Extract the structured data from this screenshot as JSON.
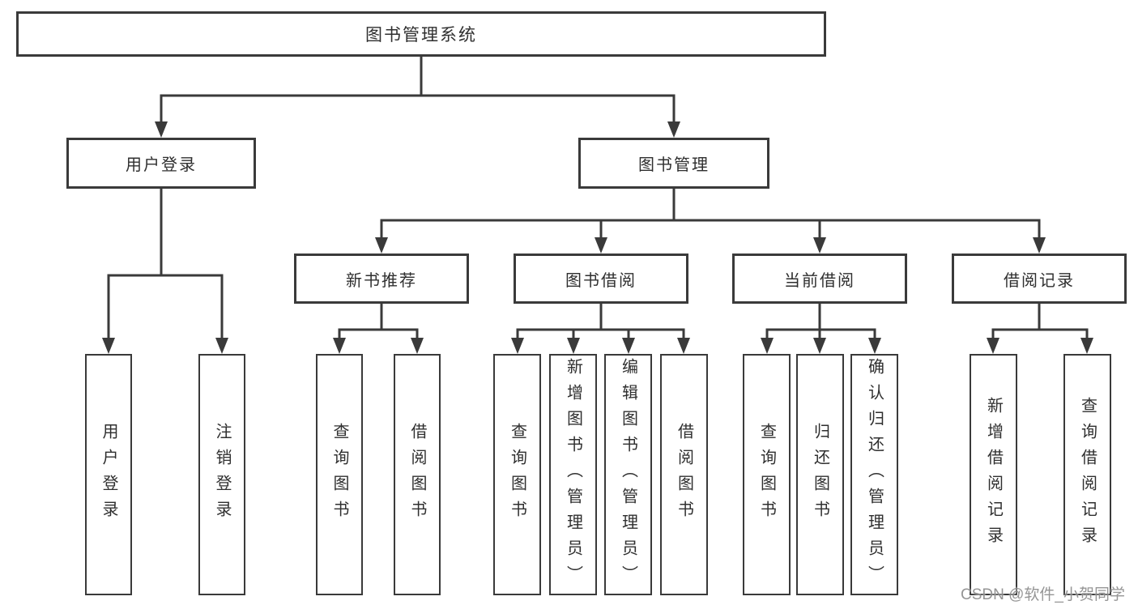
{
  "diagram": {
    "title": "图书管理系统",
    "watermark": "CSDN @软件_小贺同学",
    "colors": {
      "background": "#ffffff",
      "line": "#3a3a3a",
      "text": "#2f2f2f",
      "watermark_text": "#828282"
    },
    "nodes": {
      "root": {
        "label": "图书管理系统"
      },
      "level1": [
        {
          "label": "用户登录"
        },
        {
          "label": "图书管理"
        }
      ],
      "level2": [
        {
          "label": "新书推荐"
        },
        {
          "label": "图书借阅"
        },
        {
          "label": "当前借阅"
        },
        {
          "label": "借阅记录"
        }
      ],
      "leaves": {
        "user_login": [
          "用户登录",
          "注销登录"
        ],
        "new_book_recommend": [
          "查询图书",
          "借阅图书"
        ],
        "book_borrow": [
          "查询图书",
          "新增图书（管理员）",
          "编辑图书（管理员）",
          "借阅图书"
        ],
        "current_borrow": [
          "查询图书",
          "归还图书",
          "确认归还（管理员）"
        ],
        "borrow_record": [
          "新增借阅记录",
          "查询借阅记录"
        ]
      }
    }
  }
}
